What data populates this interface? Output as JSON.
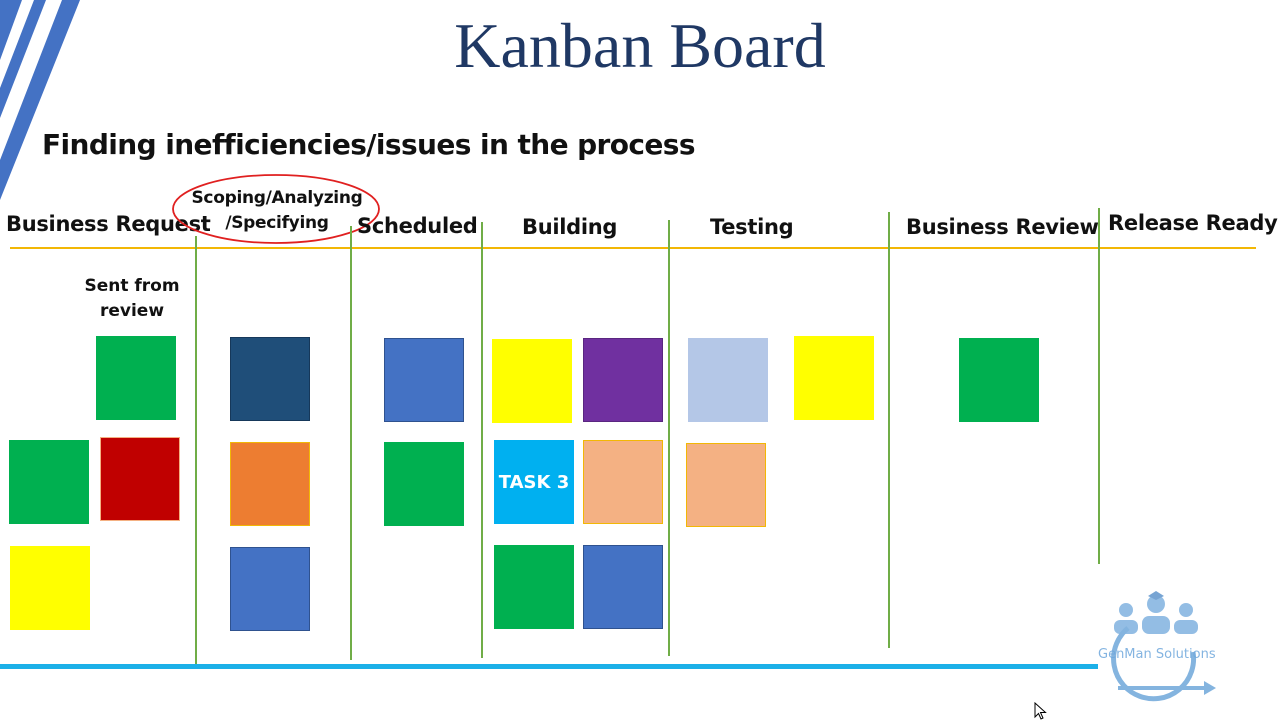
{
  "slide": {
    "title": "Kanban Board",
    "subtitle": "Finding inefficiencies/issues in the process"
  },
  "columns": {
    "business_request": "Business Request",
    "scoping_line1": "Scoping/Analyzing",
    "scoping_line2": "/Specifying",
    "scheduled": "Scheduled",
    "building": "Building",
    "testing": "Testing",
    "business_review": "Business Review",
    "release_ready": "Release Ready"
  },
  "notes": {
    "sent_from_line1": "Sent from",
    "sent_from_line2": "review"
  },
  "cards": {
    "task3_label": "TASK 3"
  },
  "colors": {
    "green": "#00b050",
    "red": "#c00000",
    "yellow": "#ffff00",
    "navy": "#1f4e79",
    "orange": "#ed7d31",
    "blue": "#4472c4",
    "purple": "#7030a0",
    "light_blue": "#b4c7e7",
    "peach": "#f4b183",
    "cyan": "#00b0f0",
    "header_line": "#f2b705",
    "divider": "#70ad47",
    "highlight_circle": "#e02020"
  },
  "branding": {
    "logo_text": "GenMan Solutions"
  }
}
